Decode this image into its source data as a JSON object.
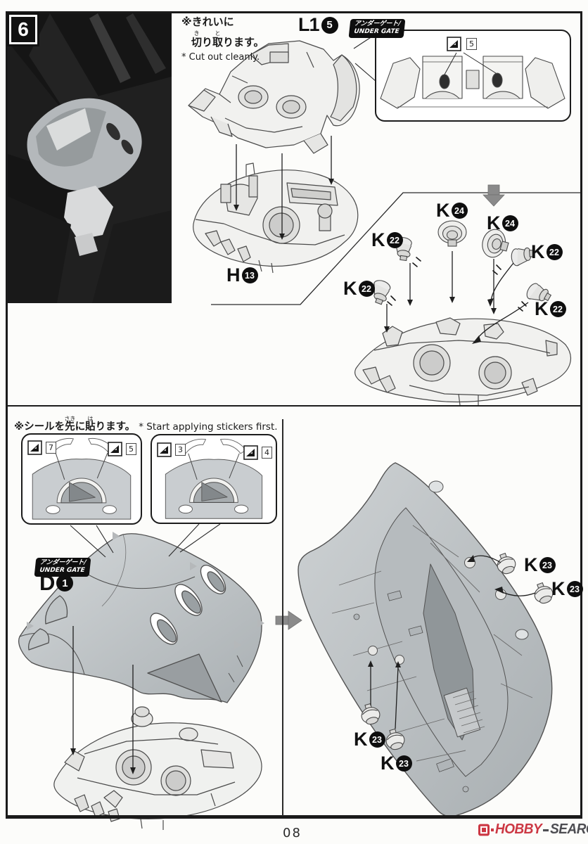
{
  "page": {
    "number": "08",
    "watermark": {
      "hobby": "HOBBY",
      "search": "SEARCH"
    }
  },
  "step": {
    "number": "6",
    "cut_note": {
      "line1": "※きれいに",
      "line2_k1": "切",
      "line2_r1": "き",
      "line2_m": "り",
      "line2_k2": "取",
      "line2_r2": "と",
      "line2_tail": "ります。",
      "line3": "* Cut out cleanly."
    }
  },
  "under_gate": {
    "jp": "アンダーゲート/",
    "en": "UNDER GATE"
  },
  "parts": {
    "L15": {
      "letter": "L1",
      "num": "5"
    },
    "H13": {
      "letter": "H",
      "num": "13"
    },
    "K22": {
      "letter": "K",
      "num": "22"
    },
    "K24": {
      "letter": "K",
      "num": "24"
    },
    "K23": {
      "letter": "K",
      "num": "23"
    },
    "D1": {
      "letter": "D",
      "num": "1"
    }
  },
  "stickers": {
    "top_inset_num": "5",
    "note": {
      "pre": "※シールを",
      "k1": "先",
      "r1": "さき",
      "mid": "に",
      "k2": "貼",
      "r2": "は",
      "tail": "ります。",
      "en": "* Start applying stickers first."
    },
    "left_box": [
      "7",
      "5"
    ],
    "right_box": [
      "3",
      "4"
    ]
  }
}
